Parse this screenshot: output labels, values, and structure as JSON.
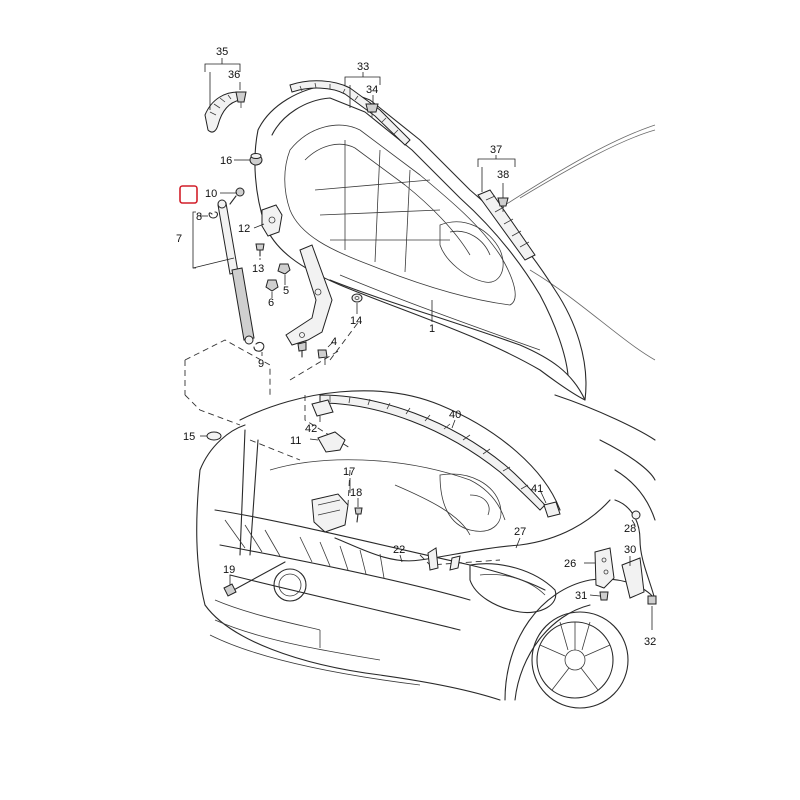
{
  "diagram": {
    "labels": {
      "p1": "1",
      "p4": "4",
      "p5": "5",
      "p6": "6",
      "p7": "7",
      "p8": "8",
      "p9": "9",
      "p10": "10",
      "p11": "11",
      "p12": "12",
      "p13": "13",
      "p14": "14",
      "p15": "15",
      "p16": "16",
      "p17": "17",
      "p18": "18",
      "p19": "19",
      "p22": "22",
      "p26": "26",
      "p27": "27",
      "p28": "28",
      "p30": "30",
      "p31": "31",
      "p32": "32",
      "p33": "33",
      "p34": "34",
      "p35": "35",
      "p36": "36",
      "p37": "37",
      "p38": "38",
      "p40": "40",
      "p41": "41",
      "p42": "42"
    },
    "highlight_color": "#d21f2a",
    "line_color": "#2a2a2a"
  }
}
